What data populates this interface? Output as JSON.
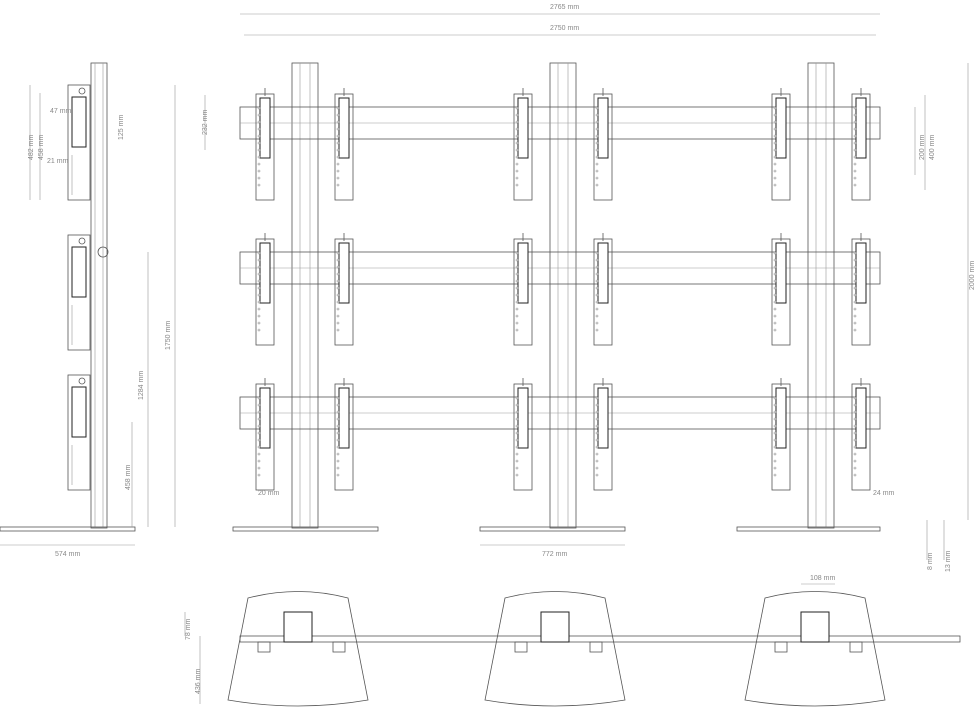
{
  "title": "Video wall floor stand 3x3 technical drawing",
  "units": "mm",
  "dimensions": {
    "overall_width": "2765 mm",
    "rail_width": "2750 mm",
    "overall_height": "2000 mm",
    "side_height_pole": "1750 mm",
    "side_rail_height": "1284 mm",
    "side_bottom_rail": "458 mm",
    "bracket_height_outer": "482 mm",
    "bracket_height_inner": "458 mm",
    "bracket_offset_top": "47 mm",
    "bracket_offset_bottom": "21 mm",
    "bracket_hole_spacing": "125 mm",
    "base_depth_side": "574 mm",
    "base_width_front": "772 mm",
    "rail_height": "232 mm",
    "vesa_200": "200 mm",
    "vesa_400": "400 mm",
    "strip_offset_left": "20 mm",
    "strip_offset_right": "24 mm",
    "base_thickness_8": "8 mm",
    "base_thickness_13": "13 mm",
    "top_rail_offset": "78 mm",
    "top_base_depth": "436 mm",
    "top_plate_width": "108 mm"
  }
}
